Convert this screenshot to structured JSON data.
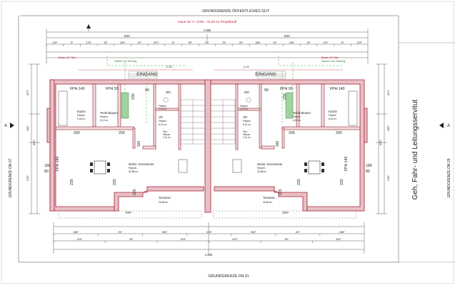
{
  "boundary": {
    "top": "GRUNDGRENZE ÖFFENTLICHES GUT",
    "bottom": "GRUNDGRENZE ON 31",
    "left": "GRUNDGRENZE ON 37",
    "right": "GRUNDGRENZE ON 29"
  },
  "project_note": "Haus 33 +/- 0,00= +0,20 zu Projektnull",
  "servitude": "Geh, Fahr- und Leitungsservitut",
  "section_marker": "A",
  "dims": {
    "top_overall": "1.984",
    "bottom_overall": "1.984",
    "top_left_span": "915⁵",
    "top_right_span": "915⁵",
    "bottom_left_span": "975⁵",
    "bottom_right_span": "975⁵",
    "row1": [
      "215⁰",
      "5⁰",
      "175⁰",
      "15⁰",
      "250⁰",
      "12⁵",
      "207⁰",
      "5⁰",
      "90⁰",
      "25⁰",
      "76⁰",
      "25⁰",
      "165⁰",
      "15⁰",
      "245⁰",
      "15⁰",
      "175⁰",
      "6⁵",
      "215⁰"
    ],
    "bottom_row1": [
      "258⁰",
      "25⁰",
      "254⁰",
      "476⁰",
      "254⁰",
      "25⁰",
      "258⁰"
    ],
    "bottom_row2": [
      "423⁰",
      "40⁰",
      "423⁰",
      "423⁰",
      "40⁰",
      "423⁰"
    ],
    "left_side": [
      "347⁵",
      "400⁰",
      "378⁰",
      "800⁰"
    ],
    "right_side": [
      "347⁵",
      "400⁰",
      "378⁰",
      "800⁰"
    ]
  },
  "left_unit": {
    "entrance": "EINGANG",
    "kitchen": {
      "name": "Küche",
      "floor": "Fliesen",
      "area": "9,02 m²"
    },
    "tech": {
      "name": "Technikraum",
      "floor": "Fliesen",
      "area": "6,12 m²"
    },
    "wc": {
      "name": "WC",
      "floor": "Fliesen",
      "area": "2,12 m²"
    },
    "vr": {
      "name": "VR",
      "floor": "Fliesen",
      "area": "6,21 m²"
    },
    "flur": {
      "name": "Flur",
      "floor": "Fliesen",
      "area": "1,31 m²"
    },
    "living": {
      "name": "Wohn- Esszimmer",
      "floor": "Parkett",
      "area": "32,85 m²"
    },
    "terrace": {
      "name": "Terrasse",
      "area": "25,80 m²"
    },
    "fph": [
      "FPH 140",
      "FPH 93",
      "FPH 140"
    ],
    "openings": [
      "90",
      "230",
      "200",
      "200",
      "180",
      "80",
      "160",
      "220",
      "220",
      "220"
    ]
  },
  "right_unit": {
    "entrance": "EINGANG",
    "kitchen": {
      "name": "Küche",
      "floor": "Fliesen",
      "area": "8,92 m²"
    },
    "tech": {
      "name": "Technikraum",
      "floor": "Fliesen",
      "area": "6,10 m²"
    },
    "wc": {
      "name": "WC",
      "floor": "Fliesen",
      "area": "2,12 m²"
    },
    "vr": {
      "name": "VR",
      "floor": "Fliesen",
      "area": "6,21 m²"
    },
    "flur": {
      "name": "Flur",
      "floor": "Fliesen",
      "area": "1,31 m²"
    },
    "living": {
      "name": "Wohn- Esszimmer",
      "floor": "Parkett",
      "area": "32,85 m²"
    },
    "terrace": {
      "name": "Terrasse",
      "area": "25,80 m²"
    },
    "fph": [
      "FPH 140",
      "FPH 93",
      "FPH 140"
    ],
    "openings": [
      "90",
      "230",
      "200",
      "200",
      "180",
      "80",
      "160",
      "220",
      "220",
      "220"
    ]
  },
  "utilities": {
    "left_note": "Boden 10° Not",
    "right_note": "Boden 10° Not",
    "green": "Wasser und Heizung",
    "levels": [
      "-0,15",
      "-0,15"
    ]
  }
}
